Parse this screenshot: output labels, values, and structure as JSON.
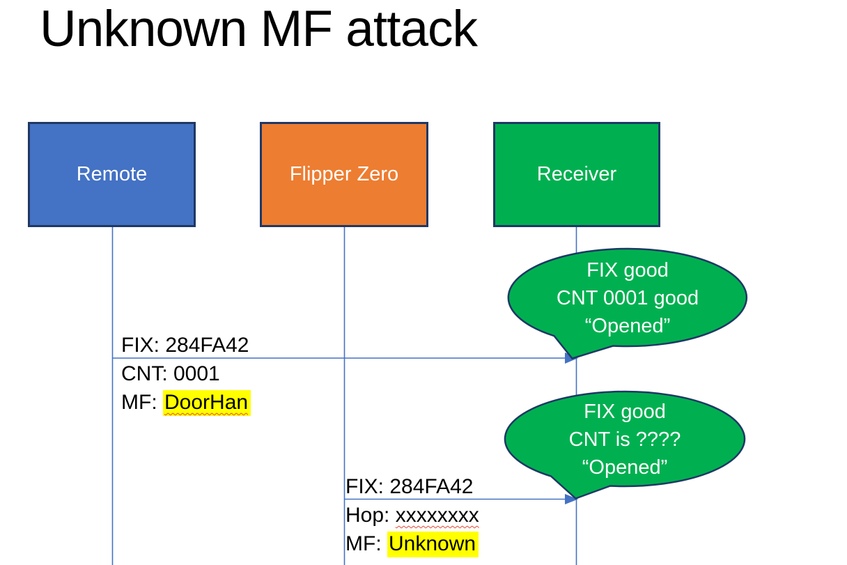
{
  "slide": {
    "title": "Unknown MF attack"
  },
  "actors": [
    {
      "label": "Remote",
      "fill": "#4472C4"
    },
    {
      "label": "Flipper Zero",
      "fill": "#ED7D31"
    },
    {
      "label": "Receiver",
      "fill": "#00B050"
    }
  ],
  "messages": [
    {
      "from": "Remote",
      "to": "Receiver",
      "lines": [
        {
          "prefix": "FIX: ",
          "value": "284FA42"
        },
        {
          "prefix": "CNT: ",
          "value": "0001"
        },
        {
          "prefix": "MF: ",
          "value": "DoorHan"
        }
      ]
    },
    {
      "from": "Flipper Zero",
      "to": "Receiver",
      "lines": [
        {
          "prefix": "FIX: ",
          "value": "284FA42"
        },
        {
          "prefix": "Hop: ",
          "value": "xxxxxxxx"
        },
        {
          "prefix": "MF: ",
          "value": "Unknown"
        }
      ]
    }
  ],
  "callouts": [
    {
      "speaker": "Receiver",
      "lines": [
        "FIX good",
        "CNT 0001 good",
        "“Opened”"
      ]
    },
    {
      "speaker": "Receiver",
      "lines": [
        "FIX good",
        "CNT is ????",
        "“Opened”"
      ]
    }
  ],
  "colors": {
    "actor_remote_fill": "#4472C4",
    "actor_flipper_fill": "#ED7D31",
    "actor_receiver_fill": "#00B050",
    "shape_outline": "#1F3864",
    "connector_blue": "#4472C4",
    "callout_fill": "#00B050",
    "highlight_yellow": "#FFFF00",
    "spellcheck_red": "#E8442E",
    "text_on_fill": "#FFFFFF",
    "text_black": "#000000"
  }
}
